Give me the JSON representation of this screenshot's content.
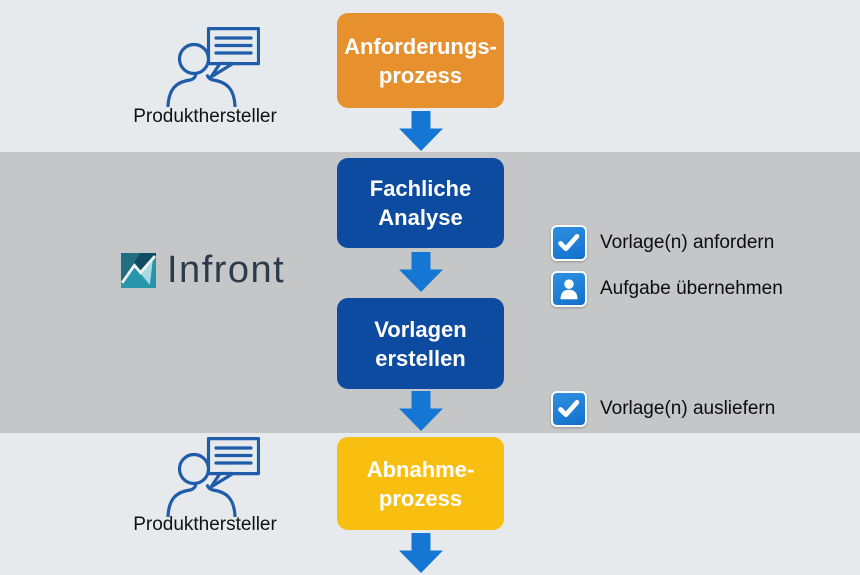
{
  "diagram": {
    "lane_top": {
      "actor": "Produkthersteller"
    },
    "lane_middle": {
      "brand": "Infront"
    },
    "lane_bottom": {
      "actor": "Produkthersteller"
    },
    "steps": [
      {
        "id": "anforderungsprozess",
        "line1": "Anforderungs-",
        "line2": "prozess",
        "color": "#e6902e"
      },
      {
        "id": "fachliche-analyse",
        "line1": "Fachliche",
        "line2": "Analyse",
        "color": "#0c4b9f"
      },
      {
        "id": "vorlagen-erstellen",
        "line1": "Vorlagen",
        "line2": "erstellen",
        "color": "#0c4b9f"
      },
      {
        "id": "abnahmeprozess",
        "line1": "Abnahme-",
        "line2": "prozess",
        "color": "#f8bf10"
      }
    ],
    "tasks": [
      {
        "icon": "check-icon",
        "label": "Vorlage(n) anfordern"
      },
      {
        "icon": "user-icon",
        "label": "Aufgabe übernehmen"
      },
      {
        "icon": "check-icon",
        "label": "Vorlage(n) ausliefern"
      }
    ],
    "colors": {
      "band_light": "#e7eaec",
      "band_gray": "#c5c6c8",
      "arrow_blue": "#1577d3",
      "task_icon_blue": "#1b7fd9",
      "actor_stroke_blue": "#1f5caa",
      "brand_text": "#2b3b4c"
    }
  }
}
